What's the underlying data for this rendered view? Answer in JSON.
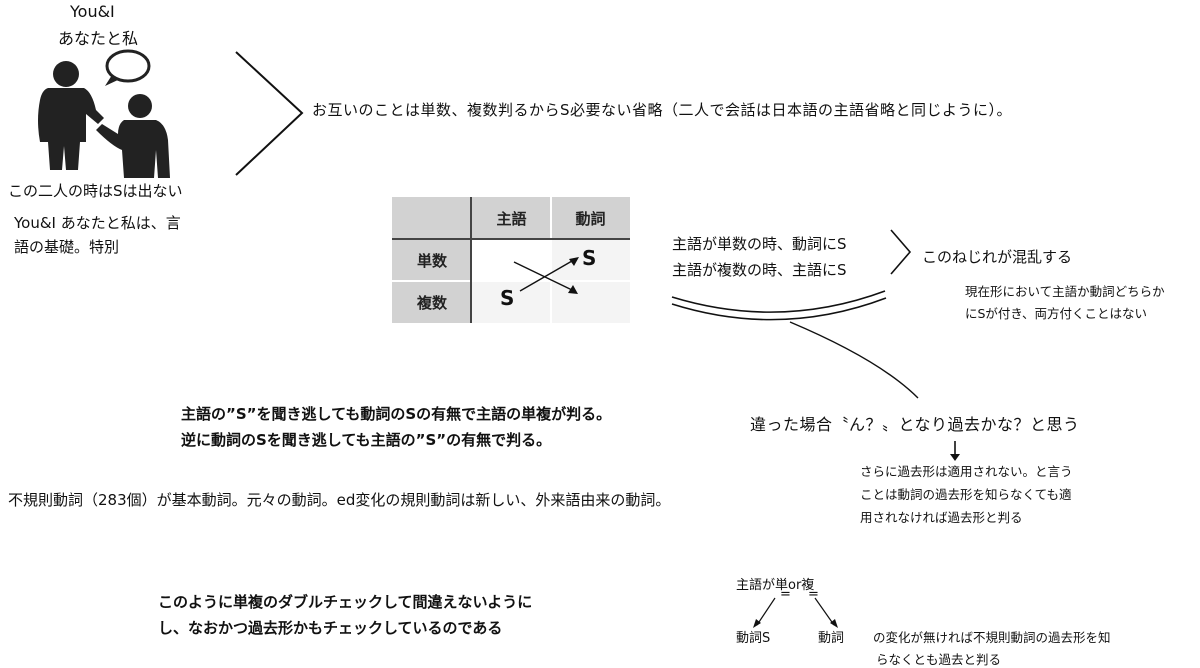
{
  "people": {
    "title_en": "You&I",
    "title_ja": "あなたと私",
    "caption1": "この二人の時はSは出ない",
    "caption2_line1": "You&I あなたと私は、言",
    "caption2_line2": "語の基礎。特別"
  },
  "main_statement": "お互いのことは単数、複数判るからS必要ない省略（二人で会話は日本語の主語省略と同じように）。",
  "table": {
    "headers": [
      "",
      "主語",
      "動詞"
    ],
    "rows": [
      {
        "label": "単数",
        "marker": "S"
      },
      {
        "label": "複数",
        "marker": "S"
      }
    ]
  },
  "rules": {
    "line1": "主語が単数の時、動詞にS",
    "line2": "主語が複数の時、主語にS",
    "twist": "このねじれが混乱する",
    "note_line1": "現在形において主語か動詞どちらか",
    "note_line2": "にSが付き、両方付くことはない"
  },
  "past": {
    "question": "違った場合〝ん？〟となり過去かな？と思う",
    "note_line1": "さらに過去形は適用されない。と言う",
    "note_line2": "ことは動詞の過去形を知らなくても適",
    "note_line3": "用されなければ過去形と判る"
  },
  "listening": {
    "line1": "主語の”S”を聞き逃しても動詞のSの有無で主語の単複が判る。",
    "line2": "逆に動詞のSを聞き逃しても主語の”S”の有無で判る。"
  },
  "irregular": "不規則動詞（283個）が基本動詞。元々の動詞。ed変化の規則動詞は新しい、外来語由来の動詞。",
  "conclusion": {
    "line1": "このように単複のダブルチェックして間違えないように",
    "line2": "し、なおかつ過去形かもチェックしているのである"
  },
  "mini_diagram": {
    "top": "主語が単or複",
    "equals1": "=",
    "equals2": "=",
    "left": "動詞S",
    "right": "動詞",
    "note_line1": "の変化が無ければ不規則動詞の過去形を知",
    "note_line2": "らなくとも過去と判る"
  }
}
